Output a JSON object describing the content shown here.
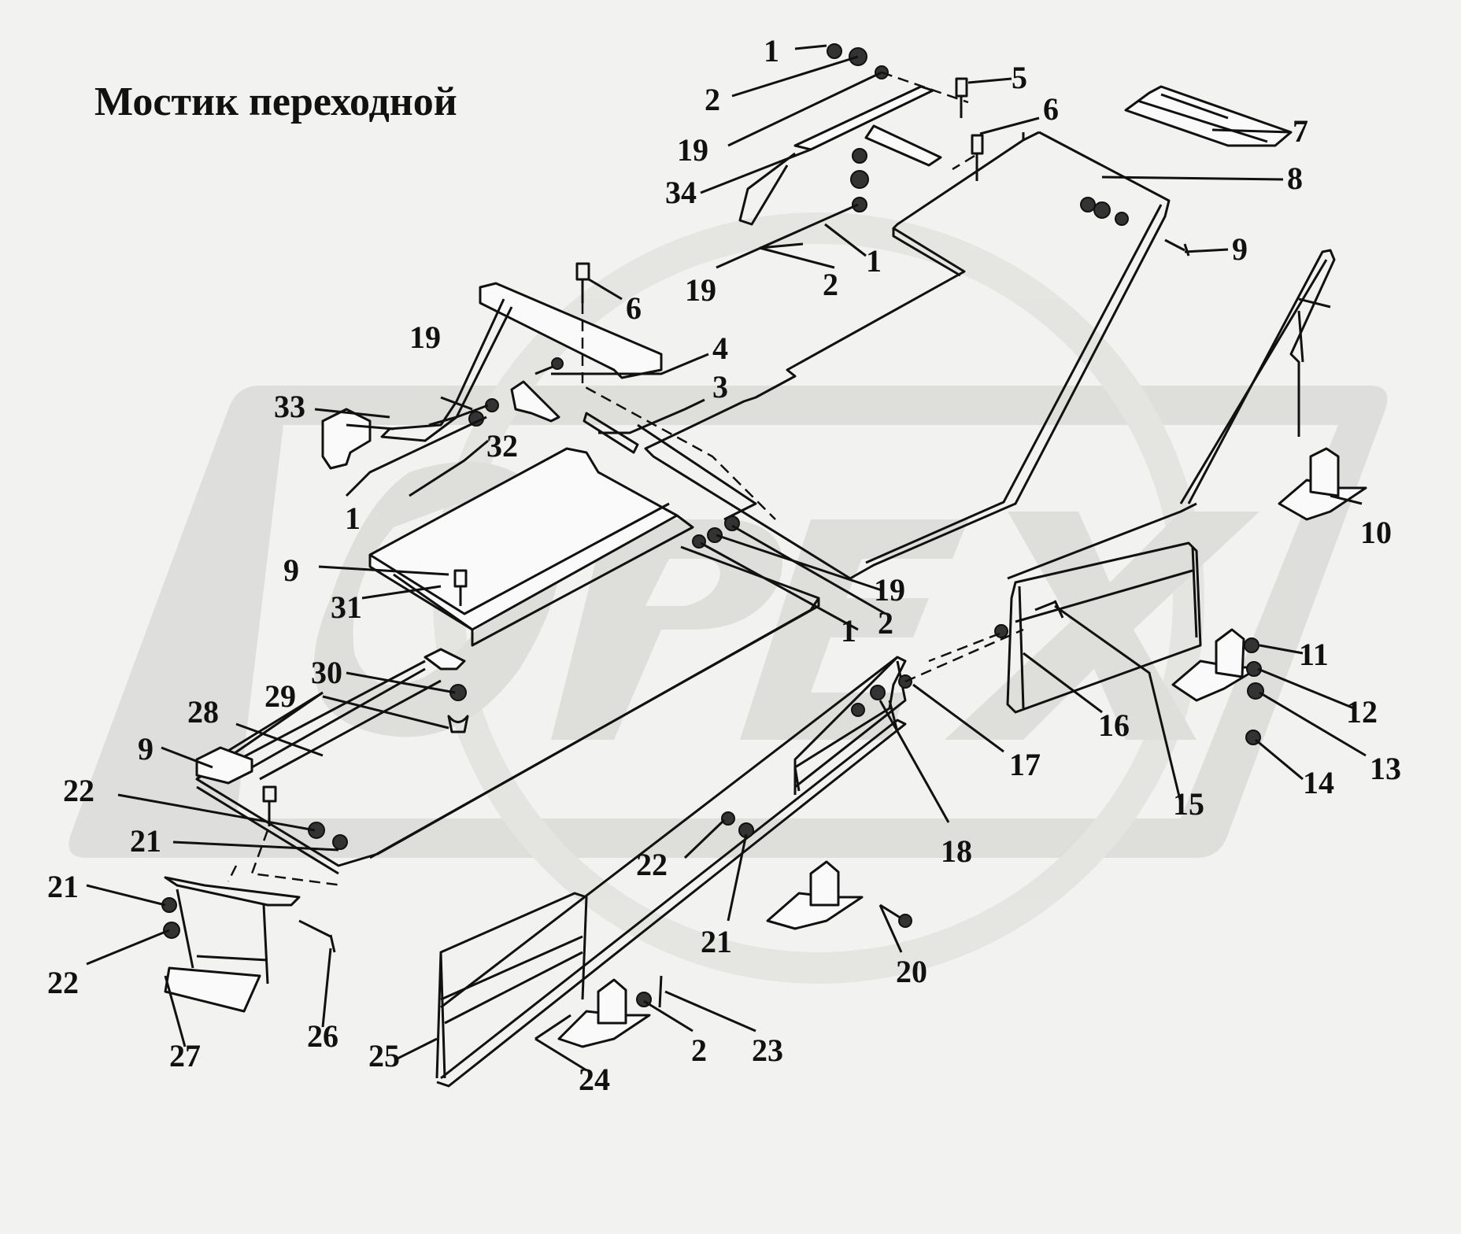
{
  "title": "Мостик переходной",
  "colors": {
    "background": "#f2f2f0",
    "ink": "#111111",
    "watermark": "#d9d9d6"
  },
  "callouts": [
    {
      "id": "c1a",
      "text": "1"
    },
    {
      "id": "c2a",
      "text": "2"
    },
    {
      "id": "c5",
      "text": "5"
    },
    {
      "id": "c6a",
      "text": "6"
    },
    {
      "id": "c7",
      "text": "7"
    },
    {
      "id": "c8",
      "text": "8"
    },
    {
      "id": "c9a",
      "text": "9"
    },
    {
      "id": "c19a",
      "text": "19"
    },
    {
      "id": "c34",
      "text": "34"
    },
    {
      "id": "c1b",
      "text": "1"
    },
    {
      "id": "c2b",
      "text": "2"
    },
    {
      "id": "c19b",
      "text": "19"
    },
    {
      "id": "c6b",
      "text": "6"
    },
    {
      "id": "c19c",
      "text": "19"
    },
    {
      "id": "c4",
      "text": "4"
    },
    {
      "id": "c3",
      "text": "3"
    },
    {
      "id": "c33",
      "text": "33"
    },
    {
      "id": "c32",
      "text": "32"
    },
    {
      "id": "c1c",
      "text": "1"
    },
    {
      "id": "c9b",
      "text": "9"
    },
    {
      "id": "c31",
      "text": "31"
    },
    {
      "id": "c19d",
      "text": "19"
    },
    {
      "id": "c2c",
      "text": "2"
    },
    {
      "id": "c1d",
      "text": "1"
    },
    {
      "id": "c10",
      "text": "10"
    },
    {
      "id": "c11",
      "text": "11"
    },
    {
      "id": "c12",
      "text": "12"
    },
    {
      "id": "c13",
      "text": "13"
    },
    {
      "id": "c14",
      "text": "14"
    },
    {
      "id": "c15",
      "text": "15"
    },
    {
      "id": "c16",
      "text": "16"
    },
    {
      "id": "c17",
      "text": "17"
    },
    {
      "id": "c18",
      "text": "18"
    },
    {
      "id": "c30",
      "text": "30"
    },
    {
      "id": "c29",
      "text": "29"
    },
    {
      "id": "c28",
      "text": "28"
    },
    {
      "id": "c9c",
      "text": "9"
    },
    {
      "id": "c22a",
      "text": "22"
    },
    {
      "id": "c21a",
      "text": "21"
    },
    {
      "id": "c21b",
      "text": "21"
    },
    {
      "id": "c22b",
      "text": "22"
    },
    {
      "id": "c26",
      "text": "26"
    },
    {
      "id": "c27",
      "text": "27"
    },
    {
      "id": "c22c",
      "text": "22"
    },
    {
      "id": "c21c",
      "text": "21"
    },
    {
      "id": "c20",
      "text": "20"
    },
    {
      "id": "c25",
      "text": "25"
    },
    {
      "id": "c24",
      "text": "24"
    },
    {
      "id": "c2d",
      "text": "2"
    },
    {
      "id": "c23",
      "text": "23"
    }
  ]
}
